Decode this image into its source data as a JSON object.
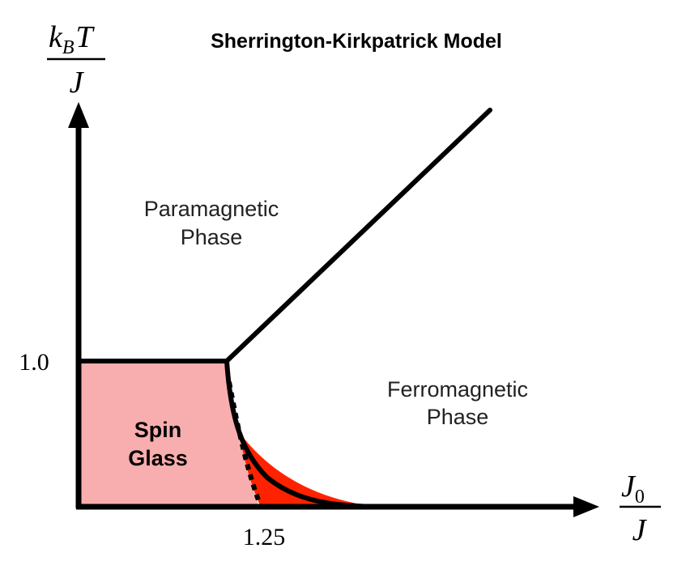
{
  "title": "Sherrington-Kirkpatrick Model",
  "y_axis_label": {
    "numerator_base": "k",
    "numerator_sub": "B",
    "numerator_tail": "T",
    "denominator": "J"
  },
  "x_axis_label": {
    "numerator_base": "J",
    "numerator_sub": "0",
    "denominator": "J"
  },
  "ticks": {
    "y": "1.0",
    "x": "1.25"
  },
  "regions": {
    "paramagnetic": {
      "line1": "Paramagnetic",
      "line2": "Phase"
    },
    "ferromagnetic": {
      "line1": "Ferromagnetic",
      "line2": "Phase"
    },
    "spin_glass": {
      "line1": "Spin",
      "line2": "Glass"
    }
  },
  "colors": {
    "spin_glass_fill": "#f8aeae",
    "mixed_phase_fill": "#ff2200",
    "line": "#000000",
    "background": "#ffffff"
  }
}
